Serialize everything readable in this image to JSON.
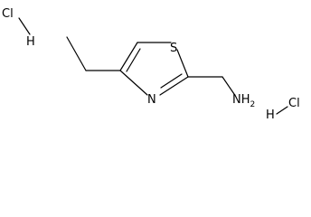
{
  "molecule": {
    "atoms": {
      "sulfur": "S",
      "nitrogen": "N",
      "amine": "NH",
      "amine_subscript": "2"
    },
    "salts": [
      {
        "halogen": "Cl",
        "hydrogen": "H"
      },
      {
        "halogen": "Cl",
        "hydrogen": "H"
      }
    ]
  },
  "colors": {
    "ink": "#000000",
    "background": "#ffffff"
  }
}
